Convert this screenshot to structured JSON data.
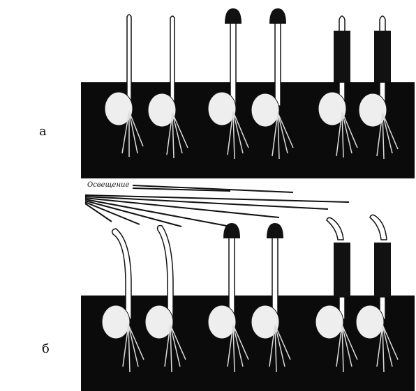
{
  "panels": [
    {
      "label": "а"
    },
    {
      "label": "б"
    }
  ],
  "light_source_label": "Освещение",
  "colors": {
    "soil": "#0b0b0b",
    "seed": "#f0f0f0",
    "coleoptile": "#ffffff",
    "cover": "#111111"
  }
}
